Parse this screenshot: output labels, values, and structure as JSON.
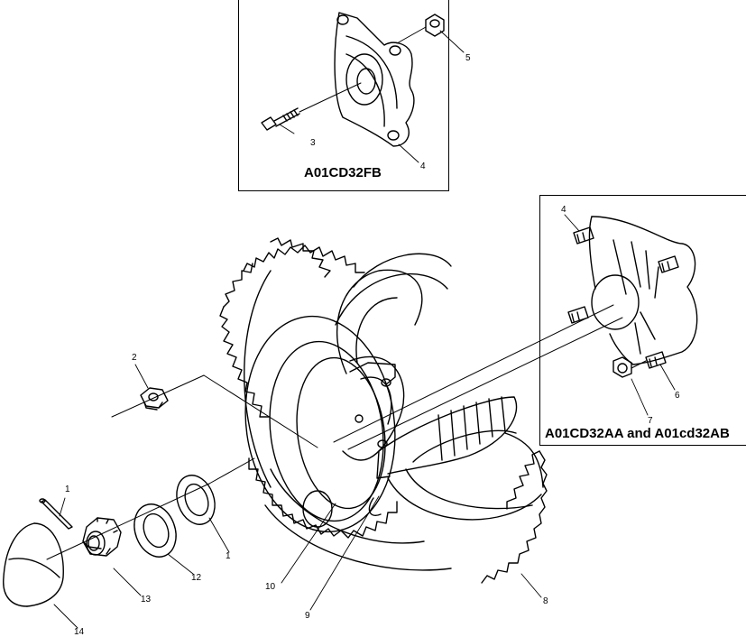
{
  "captions": {
    "top_inset": "A01CD32FB",
    "right_inset": "A01CD32AA and A01cd32AB"
  },
  "callouts": {
    "c1": "1",
    "c1b": "1",
    "c2": "2",
    "c3": "3",
    "c4_top": "4",
    "c4_right": "4",
    "c5": "5",
    "c6": "6",
    "c7": "7",
    "c8": "8",
    "c9": "9",
    "c10": "10",
    "c12": "12",
    "c13": "13",
    "c14": "14"
  }
}
